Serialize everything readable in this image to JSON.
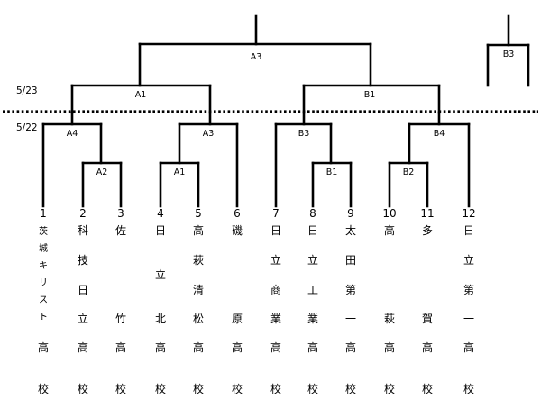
{
  "dates": {
    "upper": "5/23",
    "lower": "5/22"
  },
  "match_labels": {
    "final": "A3",
    "b3_top": "B3",
    "a1_upper": "A1",
    "b1_upper": "B1",
    "a4": "A4",
    "a3_lower": "A3",
    "b3_lower": "B3",
    "b4": "B4",
    "a2": "A2",
    "a1_lower": "A1",
    "b1_lower": "B1",
    "b2": "B2"
  },
  "teams": [
    {
      "number": "1",
      "name": "茨城キリスト",
      "suffix": [
        "高",
        "校"
      ]
    },
    {
      "number": "2",
      "name": "科技日立",
      "suffix": [
        "高",
        "校"
      ]
    },
    {
      "number": "3",
      "name": "佐竹",
      "suffix": [
        "高",
        "校"
      ]
    },
    {
      "number": "4",
      "name": "日立北",
      "suffix": [
        "高",
        "校"
      ]
    },
    {
      "number": "5",
      "name": "高萩清松",
      "suffix": [
        "高",
        "校"
      ]
    },
    {
      "number": "6",
      "name": "磯原",
      "suffix": [
        "高",
        "校"
      ]
    },
    {
      "number": "7",
      "name": "日立商業",
      "suffix": [
        "高",
        "校"
      ]
    },
    {
      "number": "8",
      "name": "日立工業",
      "suffix": [
        "高",
        "校"
      ]
    },
    {
      "number": "9",
      "name": "太田第一",
      "suffix": [
        "高",
        "校"
      ]
    },
    {
      "number": "10",
      "name": "高萩",
      "suffix": [
        "高",
        "校"
      ]
    },
    {
      "number": "11",
      "name": "多賀",
      "suffix": [
        "高",
        "校"
      ]
    },
    {
      "number": "12",
      "name": "日立第一",
      "suffix": [
        "高",
        "校"
      ]
    }
  ]
}
